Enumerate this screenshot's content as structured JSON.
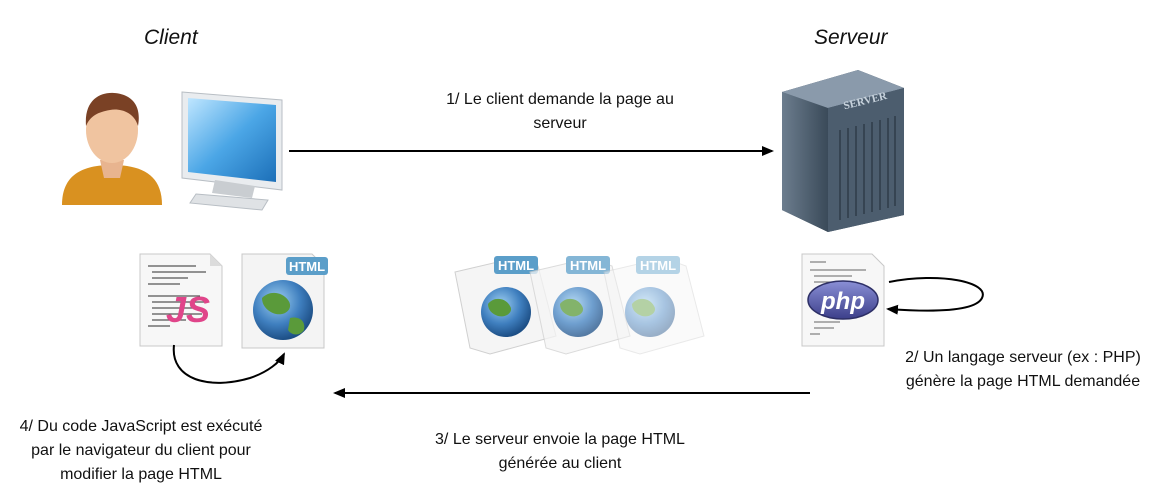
{
  "headings": {
    "client": "Client",
    "server": "Serveur"
  },
  "steps": {
    "step1": {
      "line1": "1/ Le client demande la page au",
      "line2": "serveur"
    },
    "step2": {
      "line1": "2/ Un langage serveur (ex : PHP)",
      "line2": "génère la page HTML demandée"
    },
    "step3": {
      "line1": "3/ Le serveur envoie la page HTML",
      "line2": "générée au client"
    },
    "step4": {
      "line1": "4/ Du code JavaScript est exécuté",
      "line2": "par le navigateur du client pour",
      "line3": "modifier la page HTML"
    }
  },
  "icons": {
    "server_label": "SERVER",
    "html_badge": "HTML",
    "js_badge": "JS",
    "php_badge": "php"
  },
  "colors": {
    "arrow": "#000000",
    "html_badge": "#5b9ec9",
    "js": "#e0458a",
    "php": "#4b4f9a",
    "person_shirt": "#d99120",
    "server": "#4c5d6e"
  }
}
